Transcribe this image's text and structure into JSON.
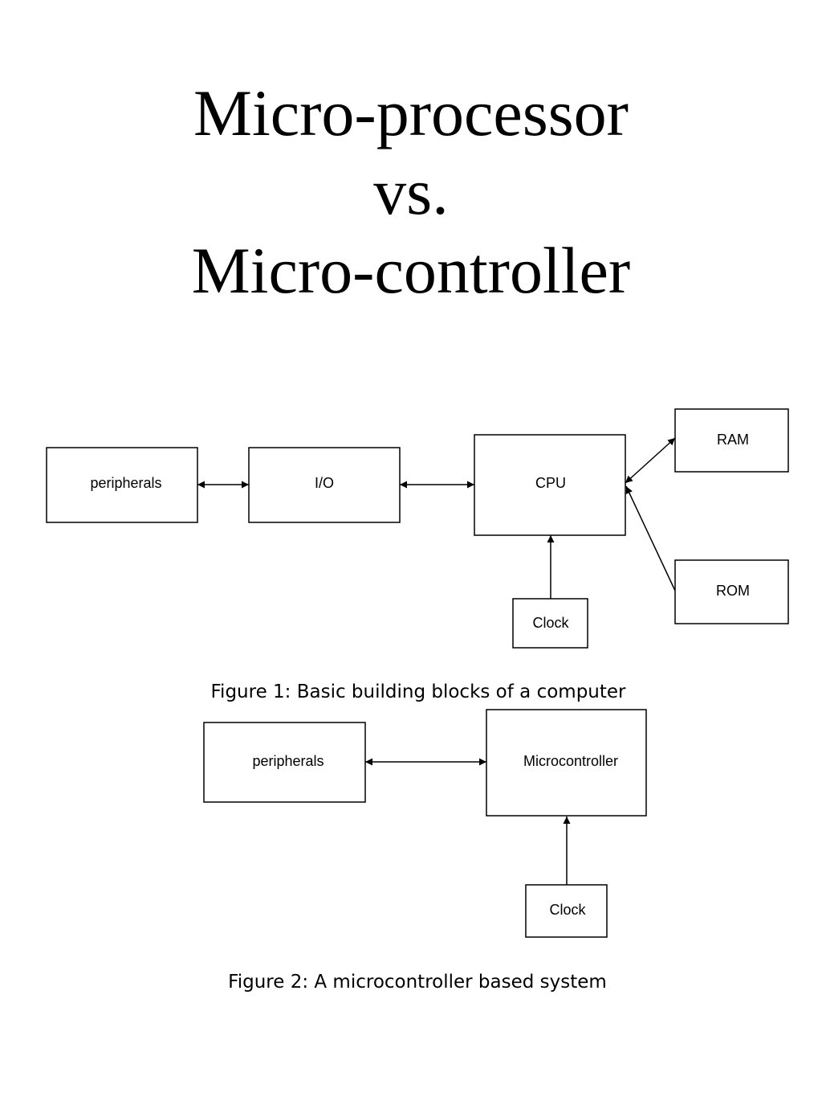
{
  "title": {
    "line1": "Micro-processor",
    "line2": "vs.",
    "line3": "Micro-controller"
  },
  "figure1": {
    "boxes": {
      "peripherals": "peripherals",
      "io": "I/O",
      "cpu": "CPU",
      "ram": "RAM",
      "rom": "ROM",
      "clock": "Clock"
    },
    "caption": "Figure 1: Basic building blocks of a computer"
  },
  "figure2": {
    "boxes": {
      "peripherals": "peripherals",
      "microcontroller": "Microcontroller",
      "clock": "Clock"
    },
    "caption": "Figure 2: A microcontroller based system"
  }
}
